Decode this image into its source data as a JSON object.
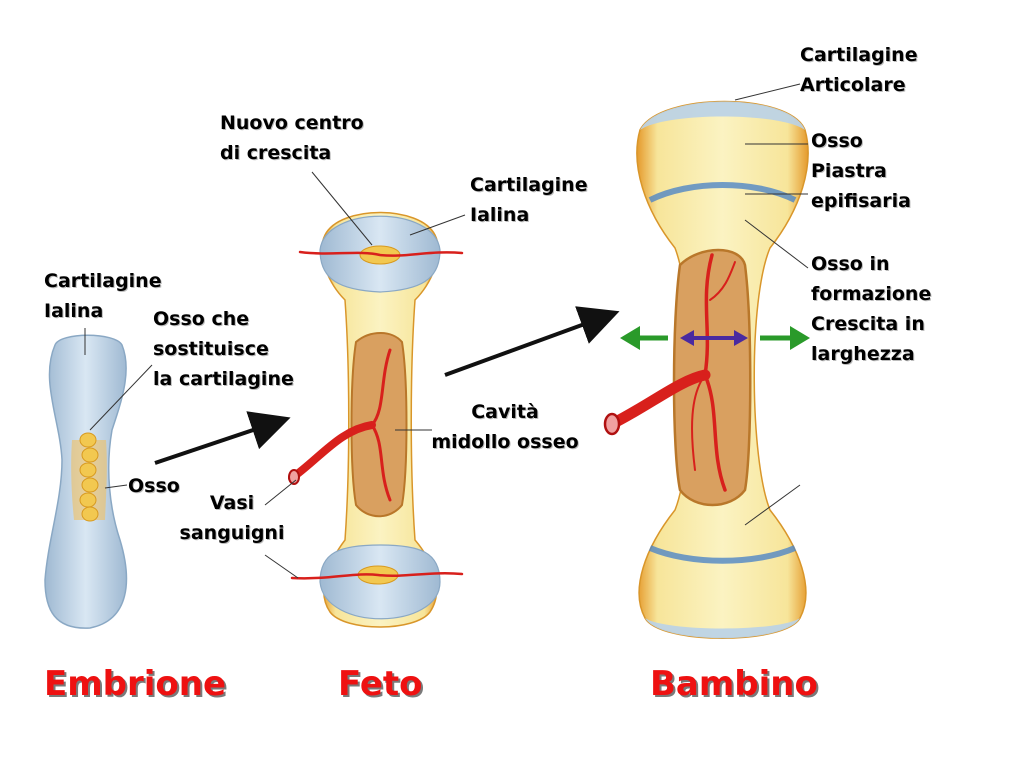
{
  "labels": {
    "articular_cartilage": [
      "Cartilagine",
      "Articolare"
    ],
    "bone_plate": [
      "Osso",
      "Piastra",
      "epifisaria"
    ],
    "bone_forming": [
      "Osso in",
      "formazione",
      "Crescita in",
      "larghezza"
    ],
    "new_center": [
      "Nuovo centro",
      "di crescita"
    ],
    "hyaline_fetus": [
      "Cartilagine",
      "Ialina"
    ],
    "hyaline_embryo": [
      "Cartilagine",
      "Ialina"
    ],
    "bone_replacing": [
      "Osso che",
      "sostituisce",
      "la cartilagine"
    ],
    "bone": "Osso",
    "vessels": [
      "Vasi",
      "sanguigni"
    ],
    "marrow": [
      "Cavità",
      "midollo osseo"
    ]
  },
  "stages": {
    "embryo": "Embrione",
    "fetus": "Feto",
    "child": "Bambino"
  },
  "colors": {
    "stage_text": "#ee1111",
    "cartilage": "#c8dced",
    "bone": "#f6ecaa",
    "bone_edge": "#e8a23a",
    "vessel": "#d8201c",
    "growth_arrow": "#2a9a2a",
    "inner_arrow": "#4a2aa0"
  }
}
